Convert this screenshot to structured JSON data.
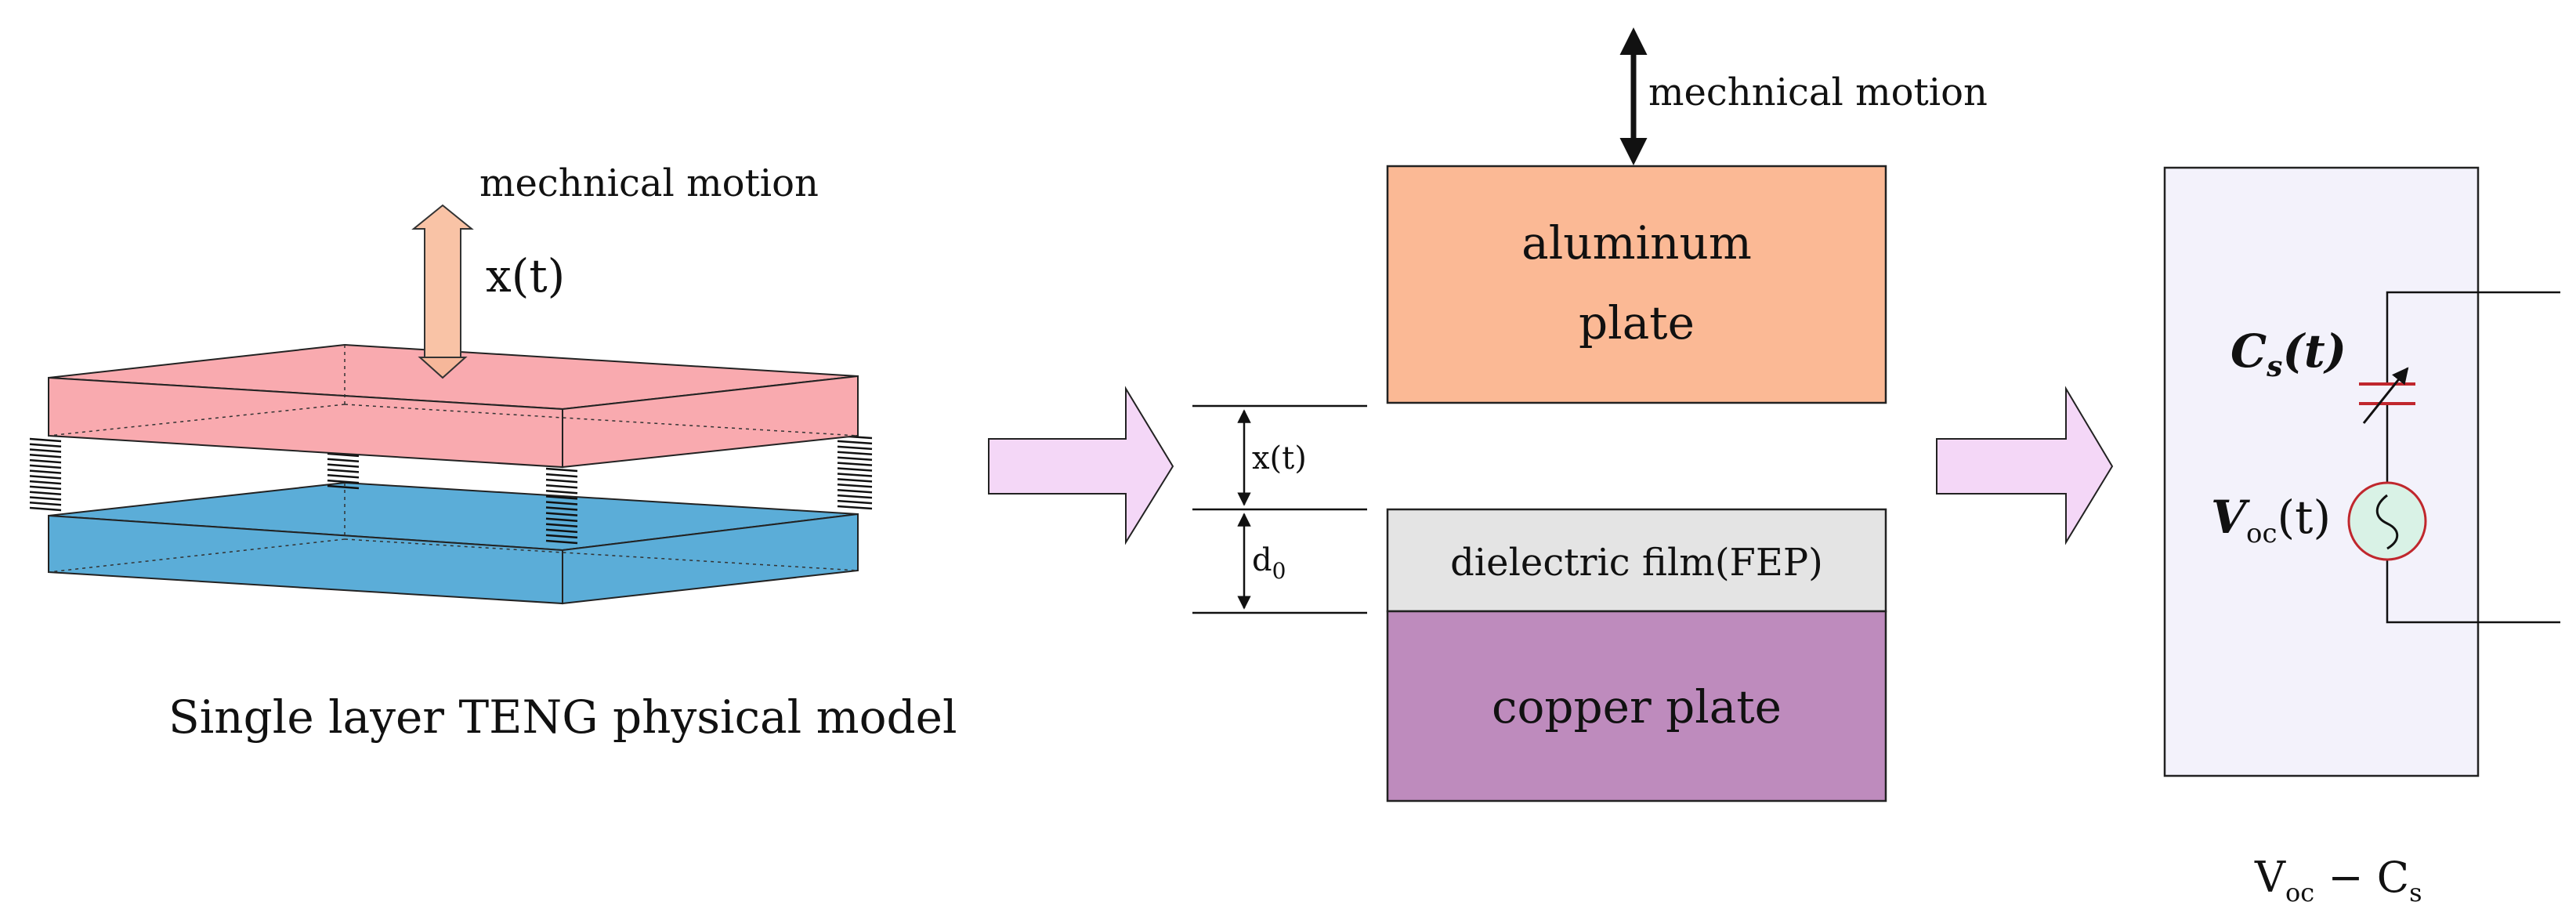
{
  "left": {
    "motion_label": "mechnical motion",
    "displacement_label": "x(t)",
    "caption": "Single layer TENG physical model"
  },
  "middle": {
    "motion_label": "mechnical motion",
    "top_plate_line1": "aluminum",
    "top_plate_line2": "plate",
    "gap_label": "x(t)",
    "d0_main": "d",
    "d0_sub": "0",
    "film_label": "dielectric film(FEP)",
    "bottom_plate_label": "copper plate"
  },
  "right": {
    "cs_main": "C",
    "cs_sub": "s",
    "cs_arg": "(t)",
    "voc_main": "V",
    "voc_sub": "oc",
    "voc_arg": "(t)",
    "caption_v": "V",
    "caption_v_sub": "oc",
    "caption_dash": " − ",
    "caption_c": "C",
    "caption_c_sub": "s"
  },
  "colors": {
    "top_slab": "#f9aaaf",
    "bottom_slab": "#5badd8",
    "motion_arrow": "#f9c3a6",
    "aluminum": "#fbb995",
    "copper": "#be8bbd",
    "film": "#e4e4e4",
    "big_arrow": "#f4d7f7",
    "circuit_box": "#f3f2fb",
    "capacitor": "#c0272d",
    "source_fill": "#d9f2e6",
    "source_stroke": "#c0272d"
  }
}
